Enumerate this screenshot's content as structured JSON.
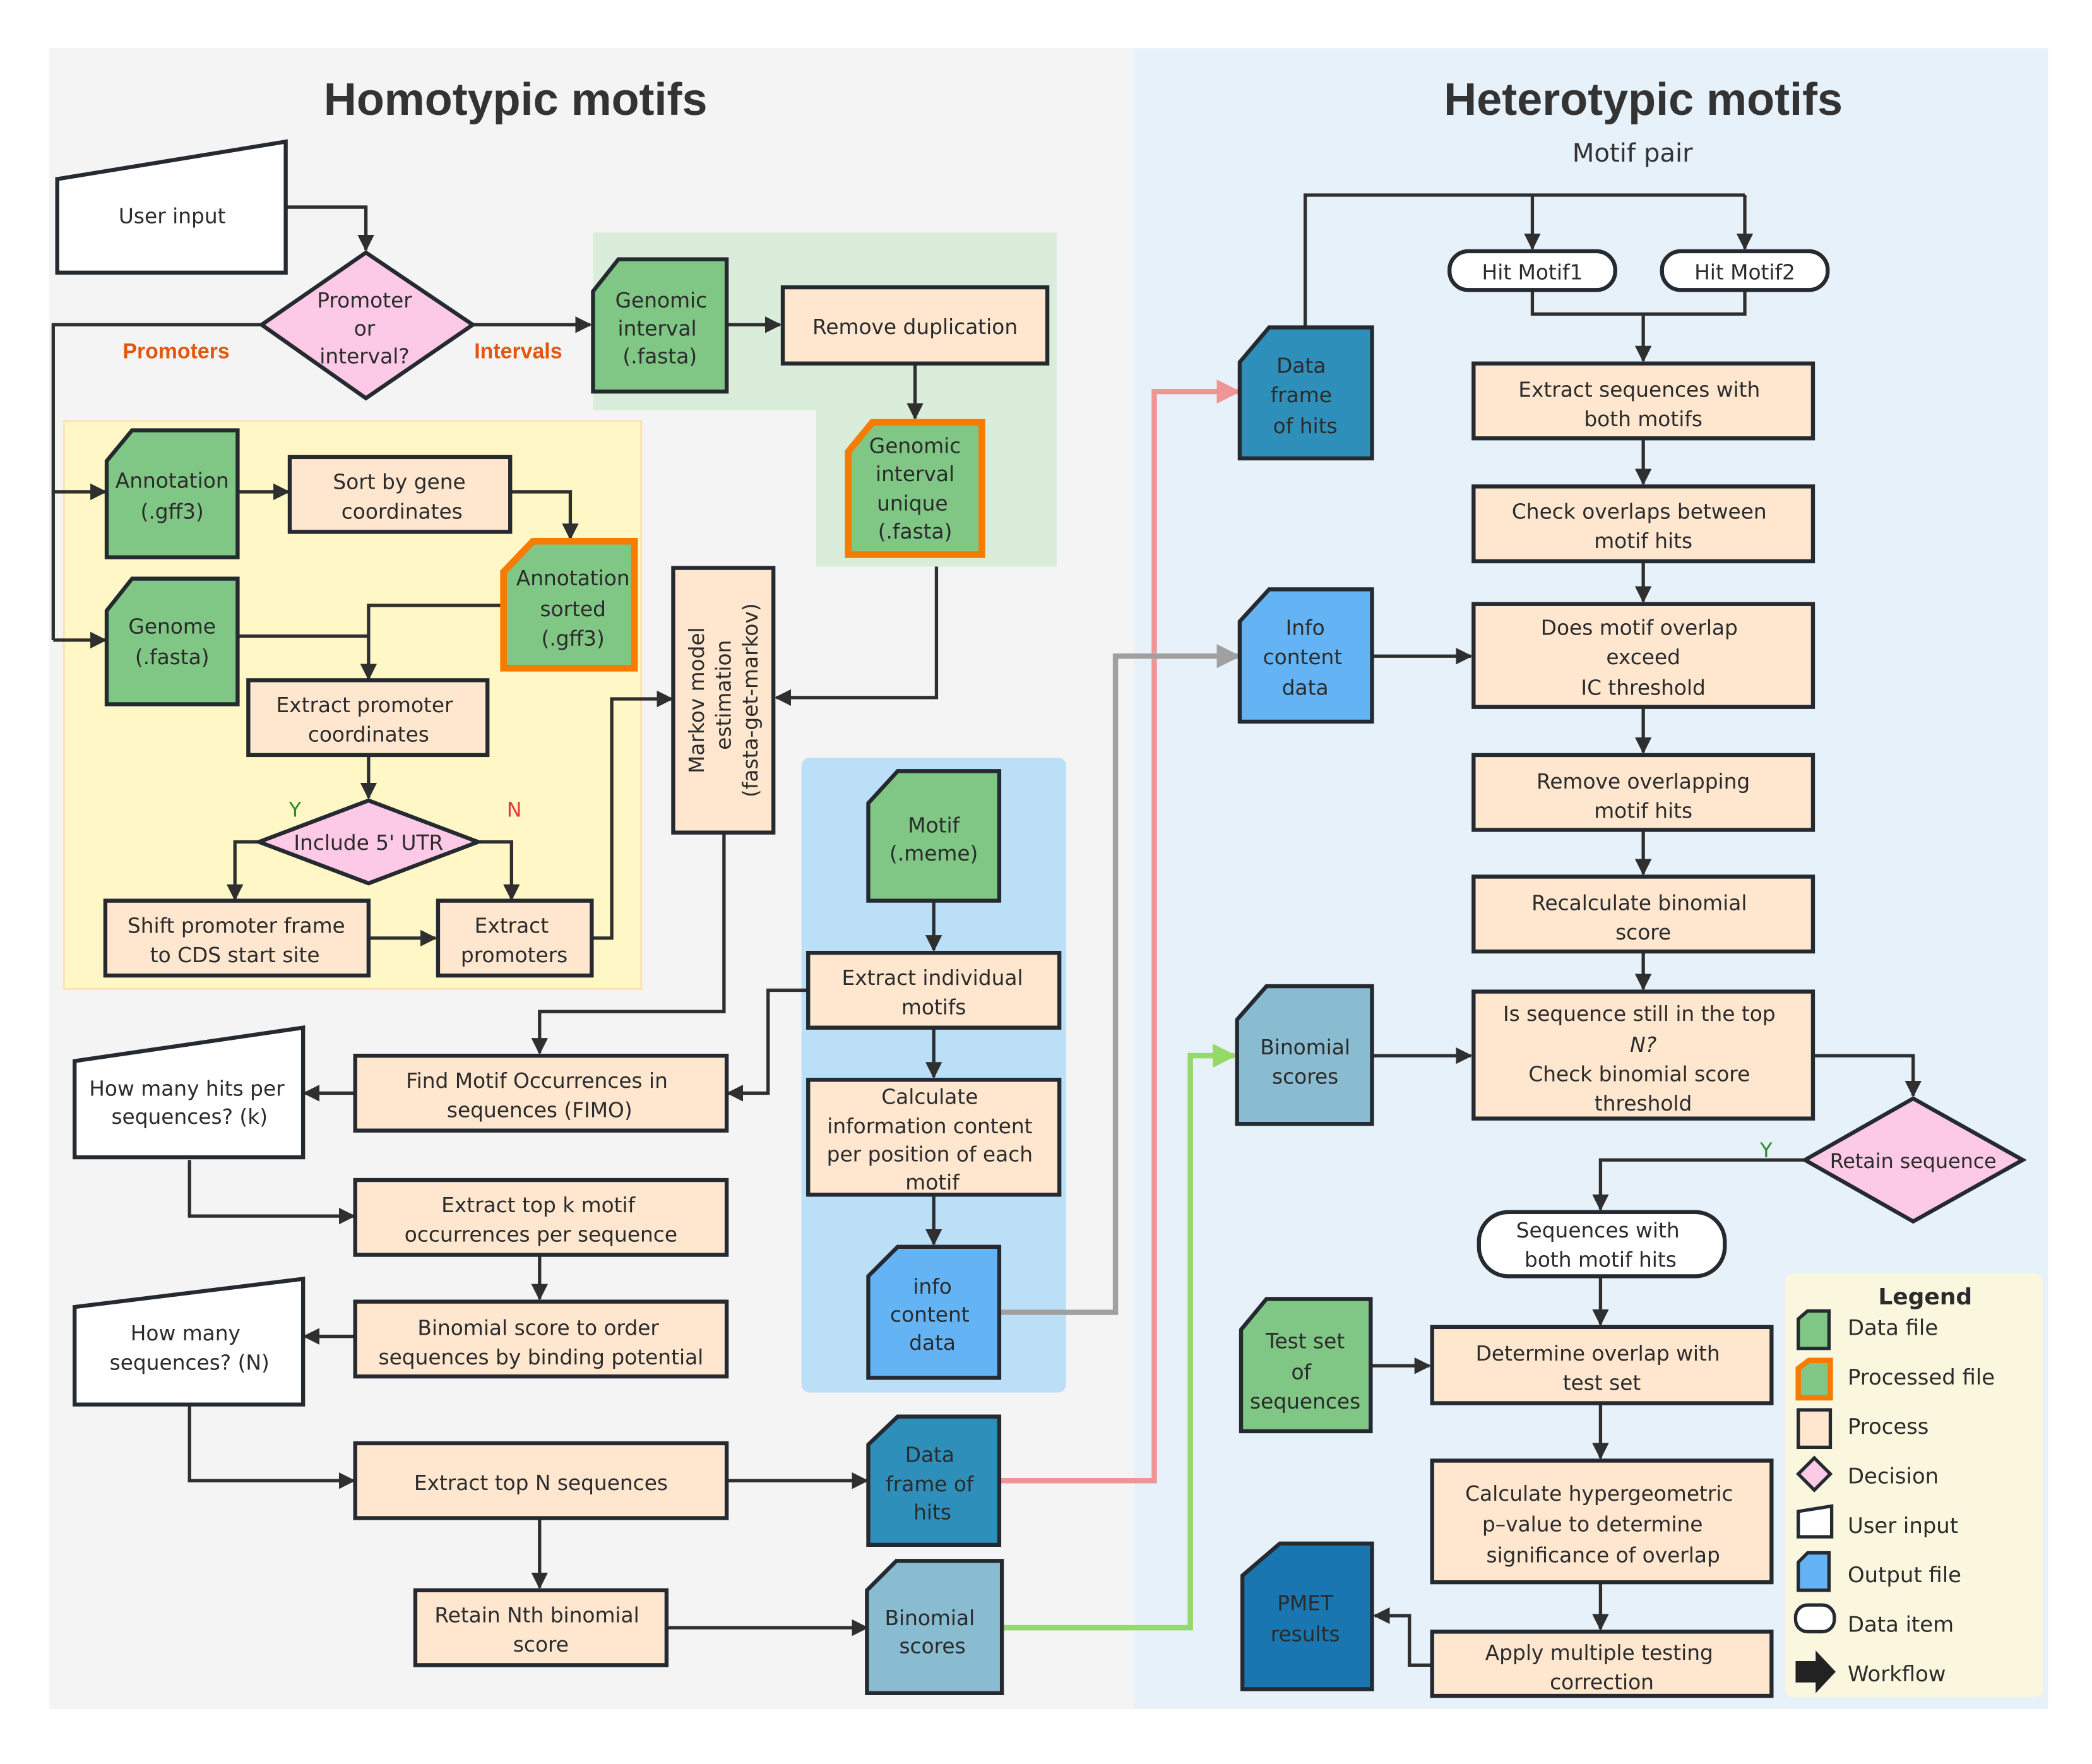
{
  "panels": {
    "homotypic": {
      "title": "Homotypic motifs"
    },
    "heterotypic": {
      "title": "Heterotypic motifs",
      "subtitle": "Motif pair"
    }
  },
  "colors": {
    "left_panel_bg": "#f4f4f4",
    "right_panel_bg": "#e7f1fa",
    "data_file": "#80c684",
    "processed_border": "#f57c00",
    "process": "#fee6cf",
    "decision": "#fcc9e6",
    "user_input": "#ffffff",
    "output_file": "#64b4f5",
    "data_frame": "#2e8fba",
    "binomial_file": "#89bbd1",
    "pmet_results": "#1976b0",
    "interval_group_bg": "#daeddb",
    "promoter_group_bg": "#fff8c6",
    "motif_group_bg": "#bcdff8",
    "legend_bg": "#fbf7df",
    "edge_pink": "#f09595",
    "edge_green": "#95d966",
    "edge_gray": "#a0a0a0"
  },
  "homotypic": {
    "user_input": "User input",
    "decision_promoter_or_interval": [
      "Promoter",
      "or",
      "interval?"
    ],
    "branch_promoters": "Promoters",
    "branch_intervals": "Intervals",
    "genomic_interval": [
      "Genomic",
      "interval",
      "(.fasta)"
    ],
    "remove_duplication": "Remove duplication",
    "genomic_interval_unique": [
      "Genomic",
      "interval",
      "unique",
      "(.fasta)"
    ],
    "annotation": [
      "Annotation",
      "(.gff3)"
    ],
    "sort_by_gene": [
      "Sort by gene",
      "coordinates"
    ],
    "annotation_sorted": [
      "Annotation",
      "sorted",
      "(.gff3)"
    ],
    "genome": [
      "Genome",
      "(.fasta)"
    ],
    "extract_promoter_coordinates": [
      "Extract promoter",
      "coordinates"
    ],
    "include_utr": "Include 5' UTR",
    "yes": "Y",
    "no": "N",
    "shift_promoter": [
      "Shift promoter frame",
      "to CDS start site"
    ],
    "extract_promoters": [
      "Extract",
      "promoters"
    ],
    "markov": [
      "Markov model",
      "estimation",
      "(fasta-get-markov)"
    ],
    "motif_meme": [
      "Motif",
      "(.meme)"
    ],
    "extract_individual_motifs": [
      "Extract individual",
      "motifs"
    ],
    "calculate_ic": [
      "Calculate",
      "information content",
      "per position of each",
      "motif"
    ],
    "info_content_data": [
      "info",
      "content",
      "data"
    ],
    "find_motif": [
      "Find Motif Occurrences in",
      "sequences (FIMO)"
    ],
    "how_many_hits": [
      "How many hits per",
      "sequences? (k)"
    ],
    "extract_top_k": [
      "Extract top k motif",
      "occurrences per sequence"
    ],
    "binomial_order": [
      "Binomial score to order",
      "sequences by binding potential"
    ],
    "how_many_seqs": [
      "How many",
      "sequences? (N)"
    ],
    "extract_top_n": "Extract top N sequences",
    "retain_nth": [
      "Retain Nth binomial",
      "score"
    ],
    "data_frame_of_hits": [
      "Data",
      "frame of",
      "hits"
    ],
    "binomial_scores": [
      "Binomial",
      "scores"
    ]
  },
  "heterotypic": {
    "hit_motif1": "Hit Motif1",
    "hit_motif2": "Hit Motif2",
    "data_frame_of_hits": [
      "Data",
      "frame",
      "of hits"
    ],
    "extract_both": [
      "Extract sequences with",
      "both motifs"
    ],
    "check_overlaps": [
      "Check overlaps between",
      "motif hits"
    ],
    "info_content_data": [
      "Info",
      "content",
      "data"
    ],
    "does_overlap": [
      "Does motif overlap",
      "exceed",
      "IC threshold"
    ],
    "remove_overlapping": [
      "Remove overlapping",
      "motif hits"
    ],
    "recalculate_binomial": [
      "Recalculate binomial",
      "score"
    ],
    "binomial_scores": [
      "Binomial",
      "scores"
    ],
    "still_top_n": [
      "Is sequence still in the top",
      "N?",
      "Check binomial score",
      "threshold"
    ],
    "retain_sequence": "Retain sequence",
    "yes": "Y",
    "sequences_both_hits": [
      "Sequences with",
      "both motif hits"
    ],
    "test_set": [
      "Test set",
      "of",
      "sequences"
    ],
    "determine_overlap": [
      "Determine overlap with",
      "test set"
    ],
    "hypergeometric": [
      "Calculate hypergeometric",
      "p–value  to determine",
      "significance of overlap"
    ],
    "multiple_testing": [
      "Apply multiple testing",
      "correction"
    ],
    "pmet_results": [
      "PMET",
      "results"
    ]
  },
  "legend": {
    "title": "Legend",
    "items": [
      {
        "icon": "data-file-icon",
        "label": "Data file"
      },
      {
        "icon": "processed-file-icon",
        "label": "Processed file"
      },
      {
        "icon": "process-icon",
        "label": "Process"
      },
      {
        "icon": "decision-icon",
        "label": "Decision"
      },
      {
        "icon": "user-input-icon",
        "label": "User input"
      },
      {
        "icon": "output-file-icon",
        "label": "Output file"
      },
      {
        "icon": "data-item-icon",
        "label": "Data item"
      },
      {
        "icon": "workflow-arrow-icon",
        "label": "Workflow"
      }
    ]
  }
}
